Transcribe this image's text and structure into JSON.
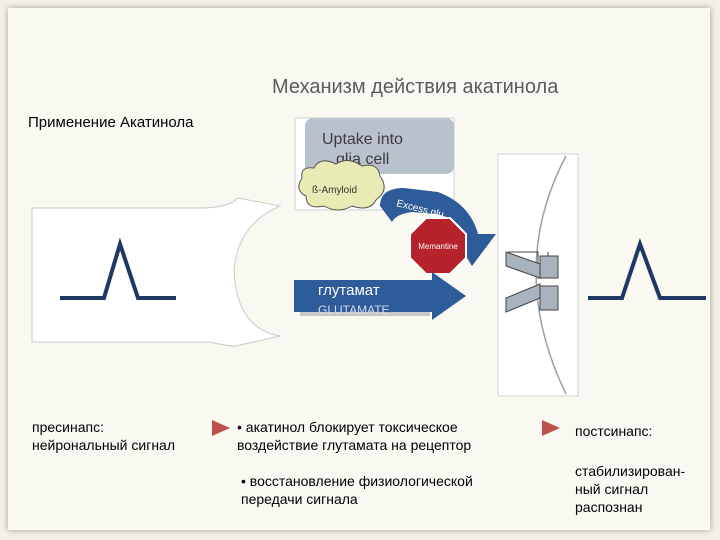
{
  "title": "Механизм действия акатинола",
  "subtitle": "Применение Акатинола",
  "figure": {
    "uptake_label_1": "Uptake into",
    "uptake_label_2": "glia cell",
    "amyloid_label": "ß-Amyloid",
    "excess_label": "Excess glu",
    "memantine_label": "Memantine",
    "glutamate_ru": "глутамат",
    "glutamate_en": "GLUTAMATE"
  },
  "captions": {
    "presynapse_1": "пресинапс:",
    "presynapse_2": "нейрональный сигнал",
    "bullet1_1": "• акатинол блокирует токсическое",
    "bullet1_2": "воздействие глутамата на рецептор",
    "bullet2_1": "• восстановление физиологической",
    "bullet2_2": "передачи сигнала",
    "postsynapse": "постсинапс:",
    "stabilized_1": "стабилизирован-",
    "stabilized_2": "ный сигнал",
    "stabilized_3": "распознан"
  },
  "colors": {
    "signal": "#203864",
    "arrow": "#2e5b9a",
    "stop": "#b5222b",
    "triangle": "#c0504d",
    "uptake_bg": "#b9c2cc",
    "amyloid": "#e9ebb4"
  }
}
